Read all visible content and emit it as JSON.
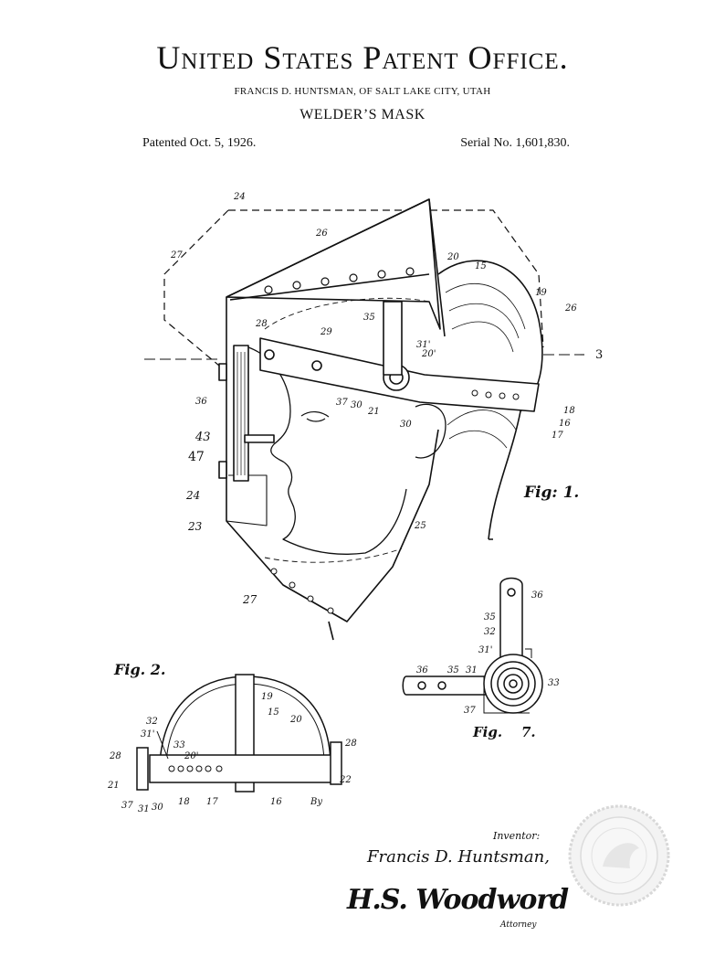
{
  "header": {
    "office": "United States Patent Office.",
    "inventor_line": "FRANCIS D. HUNTSMAN, OF SALT LAKE CITY, UTAH",
    "subject": "WELDER’S MASK",
    "patented": "Patented  Oct. 5, 1926.",
    "serial": "Serial No.  1,601,830."
  },
  "figures": {
    "fig1": "Fig: 1.",
    "fig2": "Fig. 2.",
    "fig7": "Fig.    7.",
    "section_mark": "3"
  },
  "fig1_numbers": [
    "24",
    "26",
    "27",
    "20",
    "15",
    "19",
    "26",
    "28",
    "29",
    "35",
    "31'",
    "20'",
    "36",
    "37",
    "30",
    "21",
    "30",
    "18",
    "16",
    "17",
    "43",
    "47",
    "24",
    "23",
    "25",
    "27"
  ],
  "fig2_numbers": [
    "19",
    "15",
    "20",
    "32",
    "31'",
    "33",
    "20'",
    "28",
    "28",
    "21",
    "37",
    "31",
    "30",
    "18",
    "17",
    "16",
    "22",
    "By"
  ],
  "fig7_numbers": [
    "36",
    "35",
    "32",
    "31'",
    "36",
    "35",
    "31",
    "33",
    "37"
  ],
  "signature": {
    "inventor_label": "Inventor:",
    "inventor_name": "Francis D. Huntsman,",
    "attorney_signature": "H.S. Woodword",
    "attorney_label": "Attorney"
  },
  "seal": {
    "description_icon": "patent-office-seal-icon"
  }
}
